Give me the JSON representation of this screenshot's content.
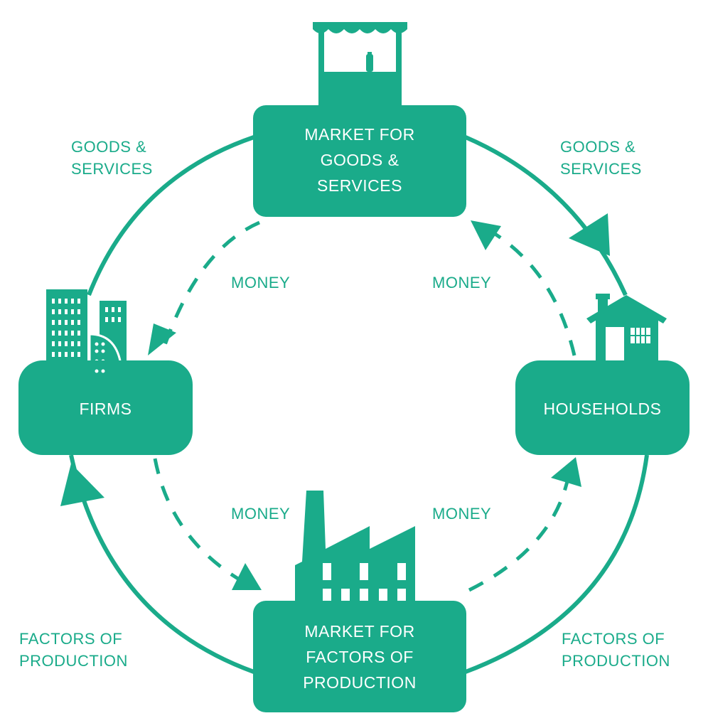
{
  "colors": {
    "accent": "#1aab8a",
    "background": "#ffffff",
    "box_text": "#ffffff"
  },
  "nodes": {
    "goods_market": {
      "label": "MARKET FOR\nGOODS &\nSERVICES",
      "icon": "market-stall-icon"
    },
    "firms": {
      "label": "FIRMS",
      "icon": "office-buildings-icon"
    },
    "households": {
      "label": "HOUSEHOLDS",
      "icon": "house-icon"
    },
    "factors_market": {
      "label": "MARKET FOR\nFACTORS OF\nPRODUCTION",
      "icon": "factory-icon"
    }
  },
  "flows": {
    "goods_top_left": "GOODS &\nSERVICES",
    "goods_top_right": "GOODS &\nSERVICES",
    "money_top_left": "MONEY",
    "money_top_right": "MONEY",
    "money_bottom_left": "MONEY",
    "money_bottom_right": "MONEY",
    "factors_bottom_left": "FACTORS OF\nPRODUCTION",
    "factors_bottom_right": "FACTORS OF\nPRODUCTION"
  }
}
